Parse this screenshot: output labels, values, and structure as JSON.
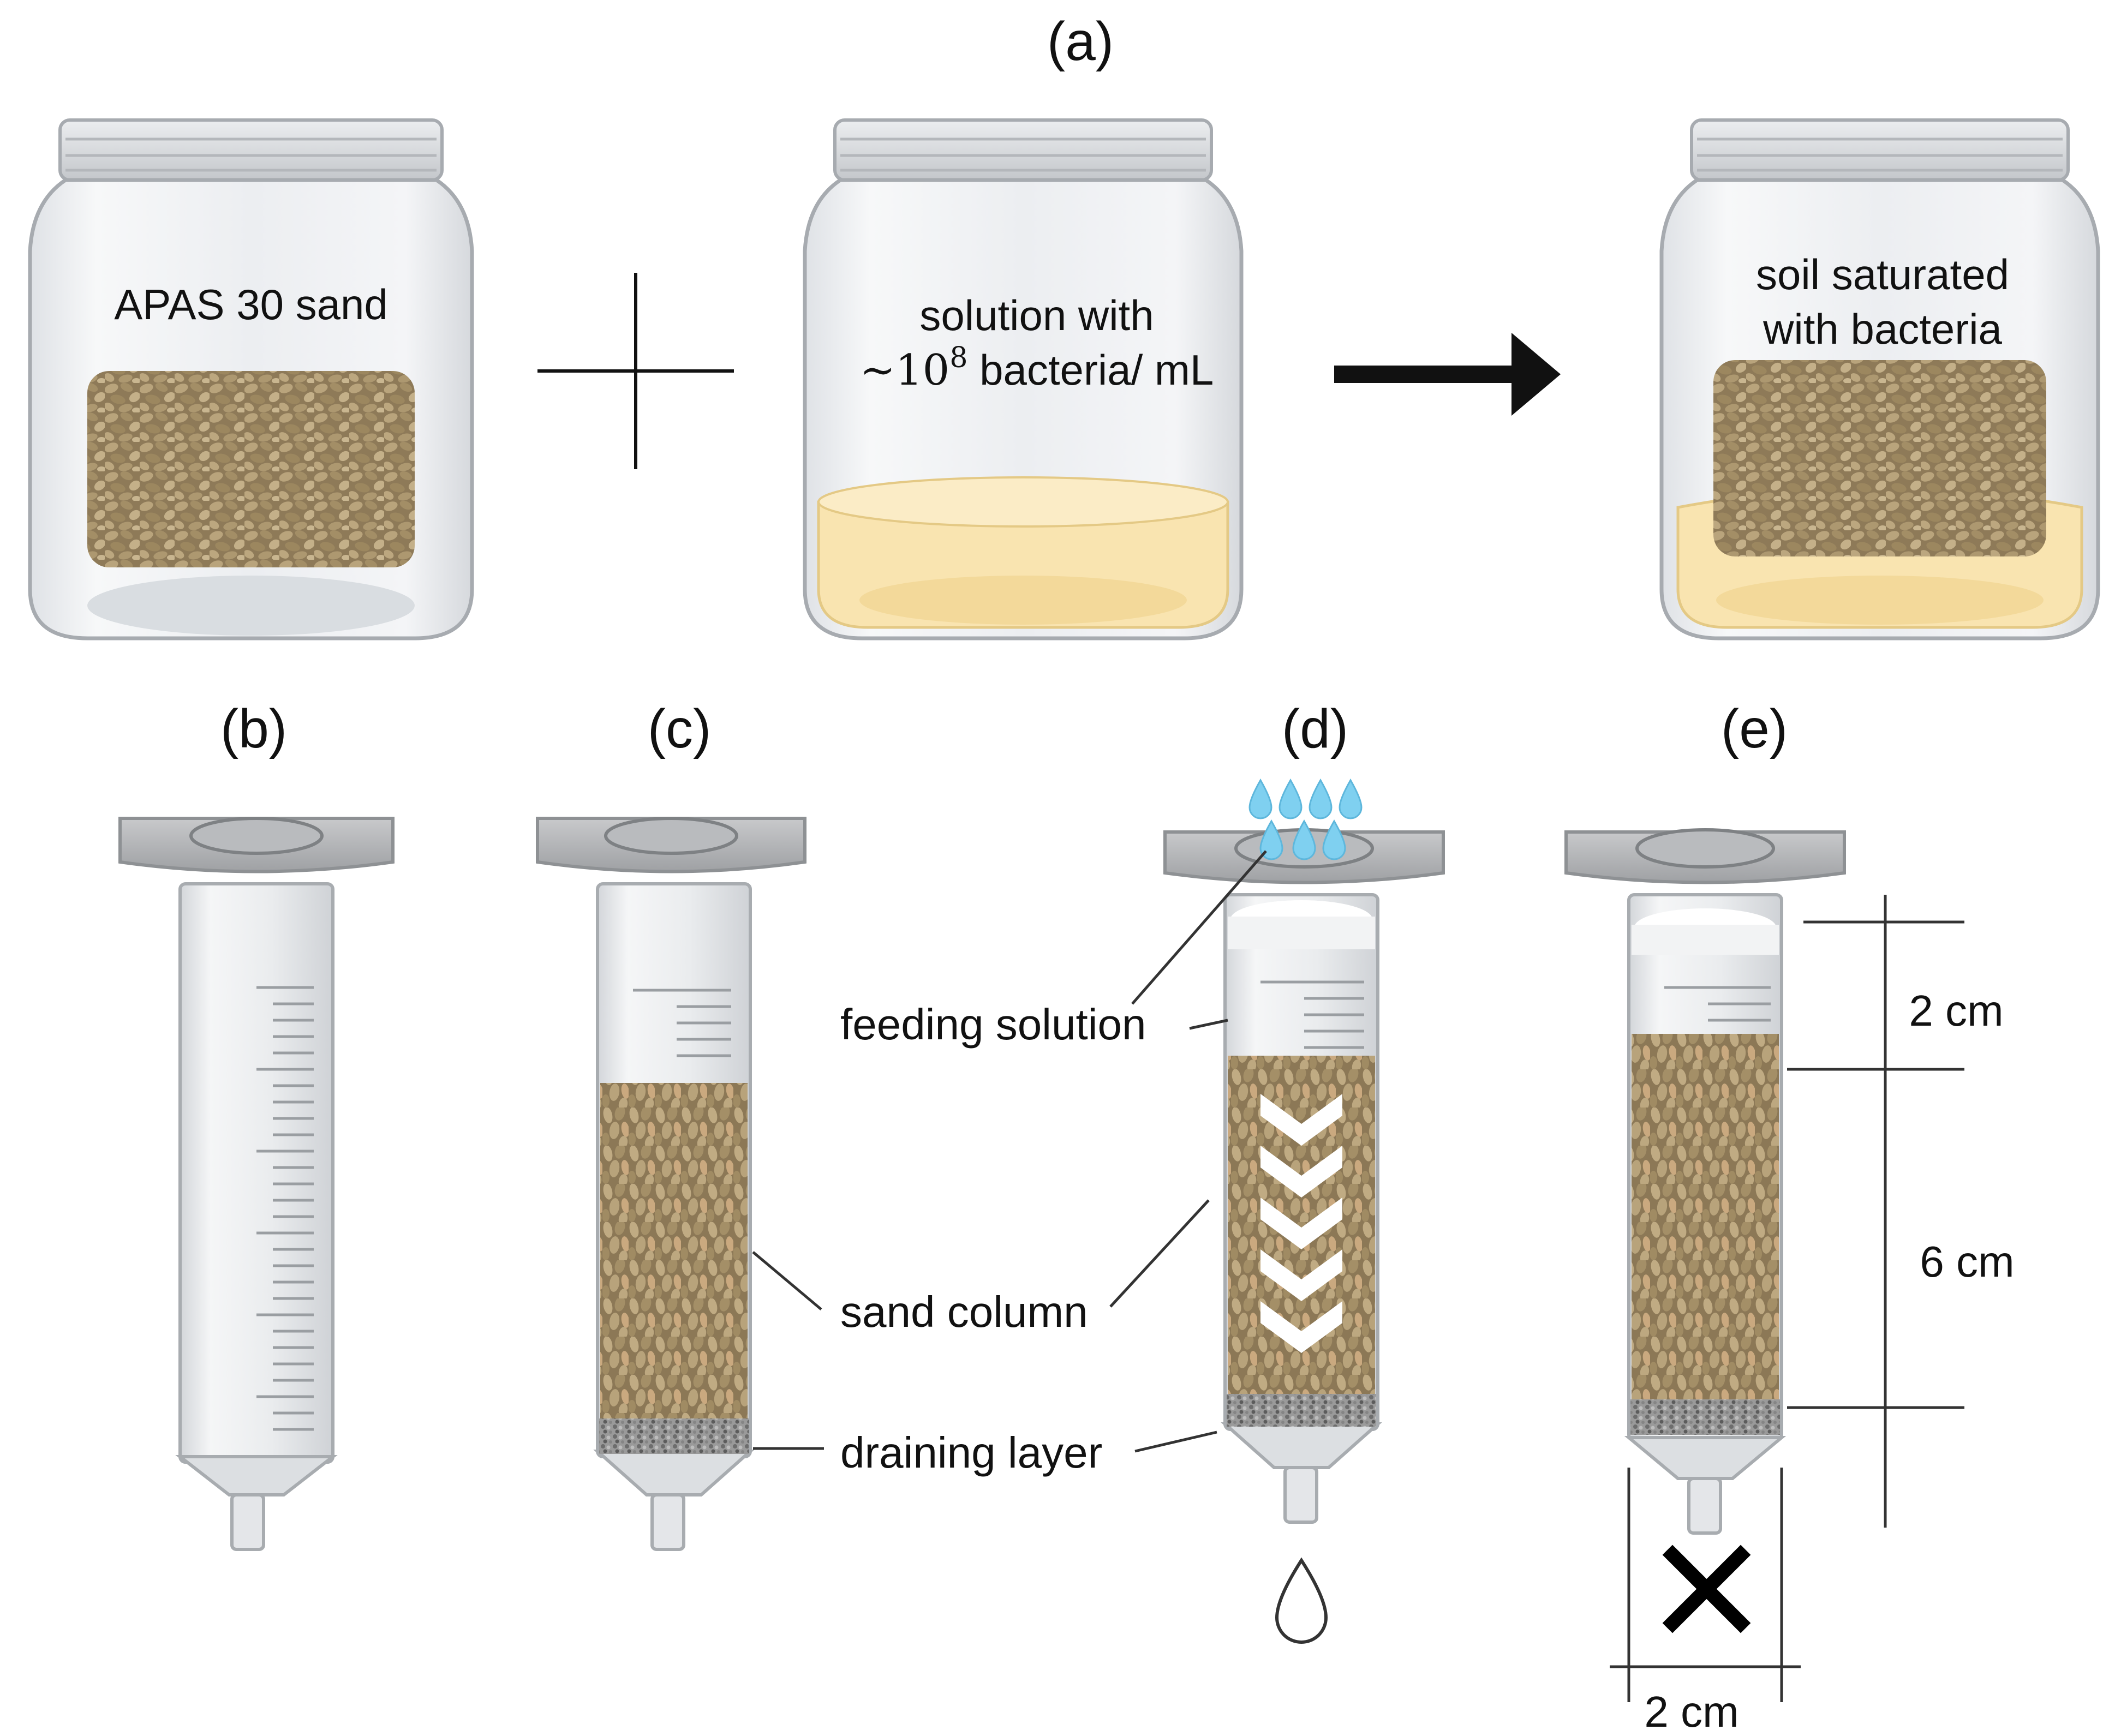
{
  "panels": {
    "a": "(a)",
    "b": "(b)",
    "c": "(c)",
    "d": "(d)",
    "e": "(e)"
  },
  "jars": {
    "sand": "APAS 30 sand",
    "solution_line1": "solution with",
    "solution_line2_prefix": "~10",
    "solution_line2_exp": "8",
    "solution_line2_suffix": " bacteria/ mL",
    "result_line1": "soil saturated",
    "result_line2": "with bacteria"
  },
  "callouts": {
    "feeding_solution": "feeding solution",
    "sand_column": "sand column",
    "draining_layer": "draining layer"
  },
  "dimensions": {
    "top": "2 cm",
    "middle": "6 cm",
    "bottom": "2 cm"
  },
  "colors": {
    "sand": "#a8916a",
    "sand_dark": "#7d6a4a",
    "solution": "#f8e3ad",
    "glass": "#e9ebee",
    "cap": "#c9c9cc",
    "drop": "#6cc6ec",
    "gravel": "#8a8a8a"
  }
}
